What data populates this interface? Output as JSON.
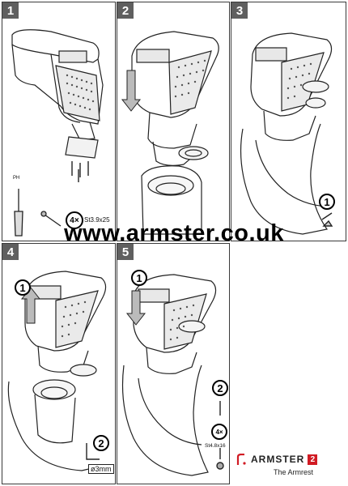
{
  "panels": [
    {
      "number": "1"
    },
    {
      "number": "2"
    },
    {
      "number": "3"
    },
    {
      "number": "4"
    },
    {
      "number": "5"
    }
  ],
  "panel1": {
    "driver_label": "PH",
    "count_label": "4×",
    "screw_spec": "St3.9x25"
  },
  "panel3": {
    "step": "1"
  },
  "panel4": {
    "step1": "1",
    "step2": "2",
    "drill_label": "ø3mm"
  },
  "panel5": {
    "step1": "1",
    "step2": "2",
    "count_label": "4×",
    "screw_spec": "St4.8x16"
  },
  "website": "www.armster.co.uk",
  "brand": {
    "name": "ARMSTER",
    "badge": "2",
    "tagline": "The Armrest"
  }
}
